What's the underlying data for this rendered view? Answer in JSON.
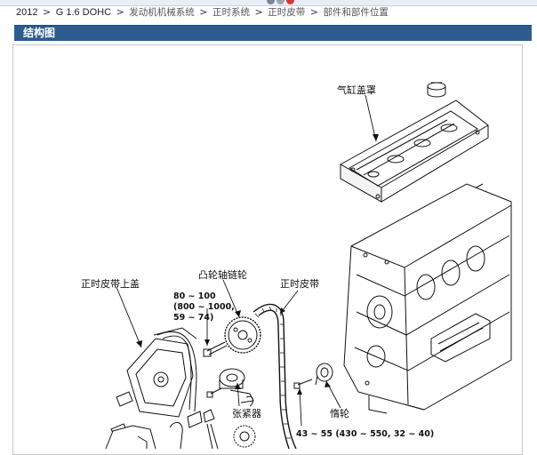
{
  "breadcrumb": {
    "year": "2012",
    "separator": ">",
    "model": "G 1.6 DOHC",
    "path_1": "发动机机械系统",
    "path_2": "正时系统",
    "path_3": "正时皮带",
    "path_4": "部件和部件位置"
  },
  "section": {
    "title": "结构图"
  },
  "diagram": {
    "labels": {
      "cylinder_head_cover": "气缸盖罩",
      "timing_belt_upper_cover": "正时皮带上盖",
      "camshaft_sprocket": "凸轮轴链轮",
      "timing_belt": "正时皮带",
      "tensioner": "张紧器",
      "idler": "惰轮"
    },
    "torque_specs": {
      "camshaft_line_1": "80 ~ 100",
      "camshaft_line_2": "(800 ~ 1000,",
      "camshaft_line_3": "59 ~ 74)",
      "idler_spec": "43 ~ 55 (430 ~ 550, 32 ~ 40)"
    }
  },
  "colors": {
    "header_bg": "#2d5b8e",
    "header_text": "#ffffff",
    "frame_border": "#c9c9c9"
  }
}
